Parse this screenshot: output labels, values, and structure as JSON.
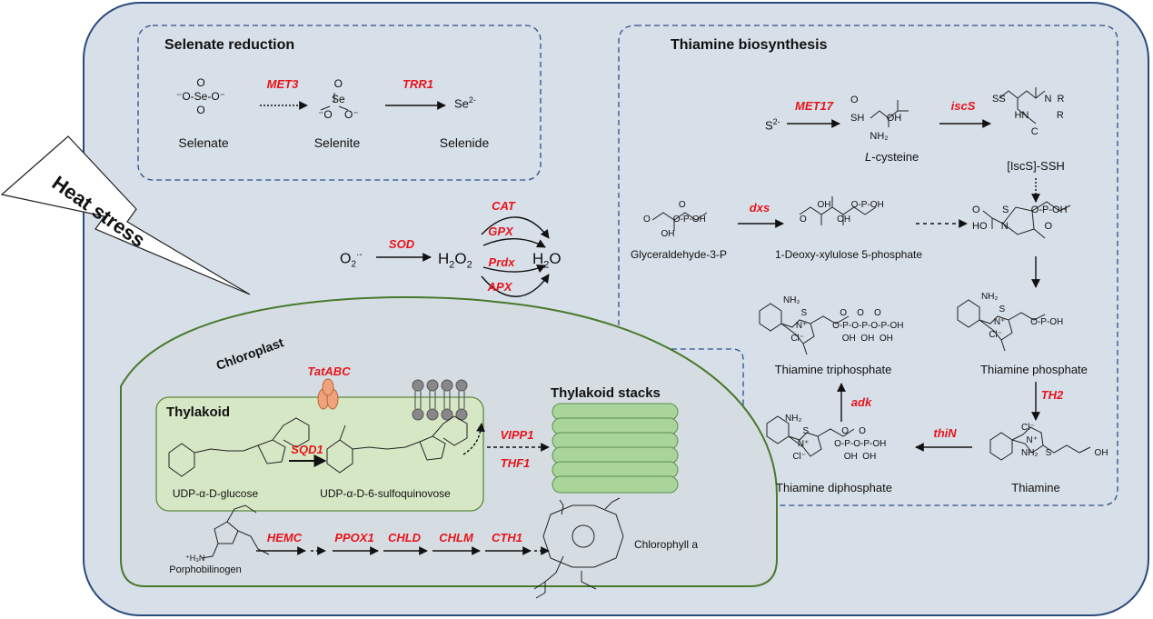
{
  "titles": {
    "selenate": "Selenate reduction",
    "thiamine": "Thiamine biosynthesis",
    "chloroplast": "Chloroplast",
    "thylakoid": "Thylakoid",
    "stacks": "Thylakoid stacks",
    "heat": "Heat stress"
  },
  "enzymes": {
    "met3": "MET3",
    "trr1": "TRR1",
    "sod": "SOD",
    "cat": "CAT",
    "gpx": "GPX",
    "prdx": "Prdx",
    "apx": "APX",
    "tatabc": "TatABC",
    "sqd1": "SQD1",
    "vipp1": "VIPP1",
    "thf1": "THF1",
    "hemc": "HEMC",
    "ppox1": "PPOX1",
    "chld": "CHLD",
    "chlm": "CHLM",
    "cth1": "CTH1",
    "met17": "MET17",
    "iscs": "iscS",
    "dxs": "dxs",
    "th2": "TH2",
    "thin": "thiN",
    "adk": "adk"
  },
  "molecules": {
    "selenate": "Selenate",
    "selenite": "Selenite",
    "selenide": "Selenide",
    "se2": "Se",
    "o2": "O",
    "h2o2": "H",
    "h2o": "H",
    "s2": "S",
    "cysteine": "-cysteine",
    "cysteine_prefix": "L",
    "iscs_ssh": "[IscS]-SSH",
    "g3p": "Glyceraldehyde-3-P",
    "dxp": "1-Deoxy-xylulose 5-phosphate",
    "tp": "Thiamine phosphate",
    "tpp3": "Thiamine triphosphate",
    "tdp": "Thiamine diphosphate",
    "thiamine": "Thiamine",
    "udp_glc": "UDP-α-D-glucose",
    "udp_sq": "UDP-α-D-6-sulfoquinovose",
    "pbg": "Porphobilinogen",
    "chla": "Chlorophyll a"
  },
  "colors": {
    "cell_fill": "#d7dfe8",
    "cell_border": "#294b7c",
    "dash_border": "#2b4f8a",
    "chloroplast_fill": "#d5dde3",
    "chloroplast_border": "#49792c",
    "thylakoid_fill": "#d6e7c5",
    "thylakoid_border": "#5c8a3f",
    "stack_fill": "#a9d59a",
    "enzyme": "#e8141b"
  }
}
